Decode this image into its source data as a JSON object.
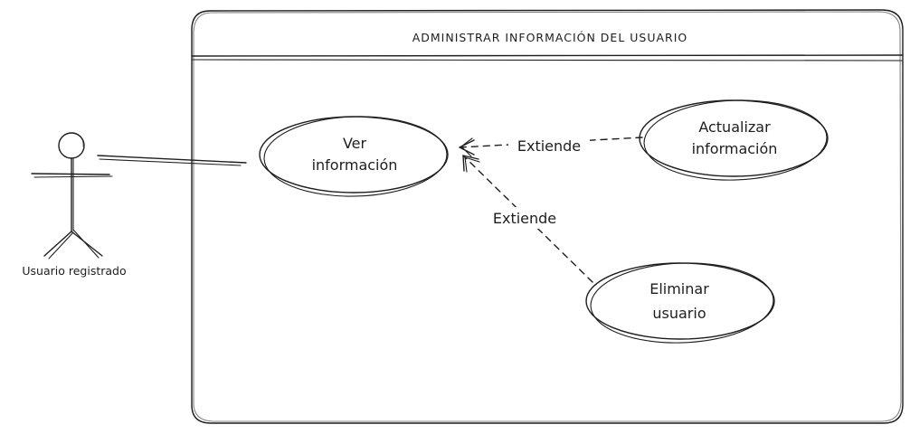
{
  "system": {
    "title": "ADMINISTRAR INFORMACIÓN DEL USUARIO"
  },
  "actor": {
    "name": "Usuario registrado"
  },
  "use_cases": {
    "ver": {
      "line1": "Ver",
      "line2": "información"
    },
    "actualizar": {
      "line1": "Actualizar",
      "line2": "información"
    },
    "eliminar": {
      "line1": "Eliminar",
      "line2": "usuario"
    }
  },
  "relations": {
    "extend_actualizar": "Extiende",
    "extend_eliminar": "Extiende"
  }
}
